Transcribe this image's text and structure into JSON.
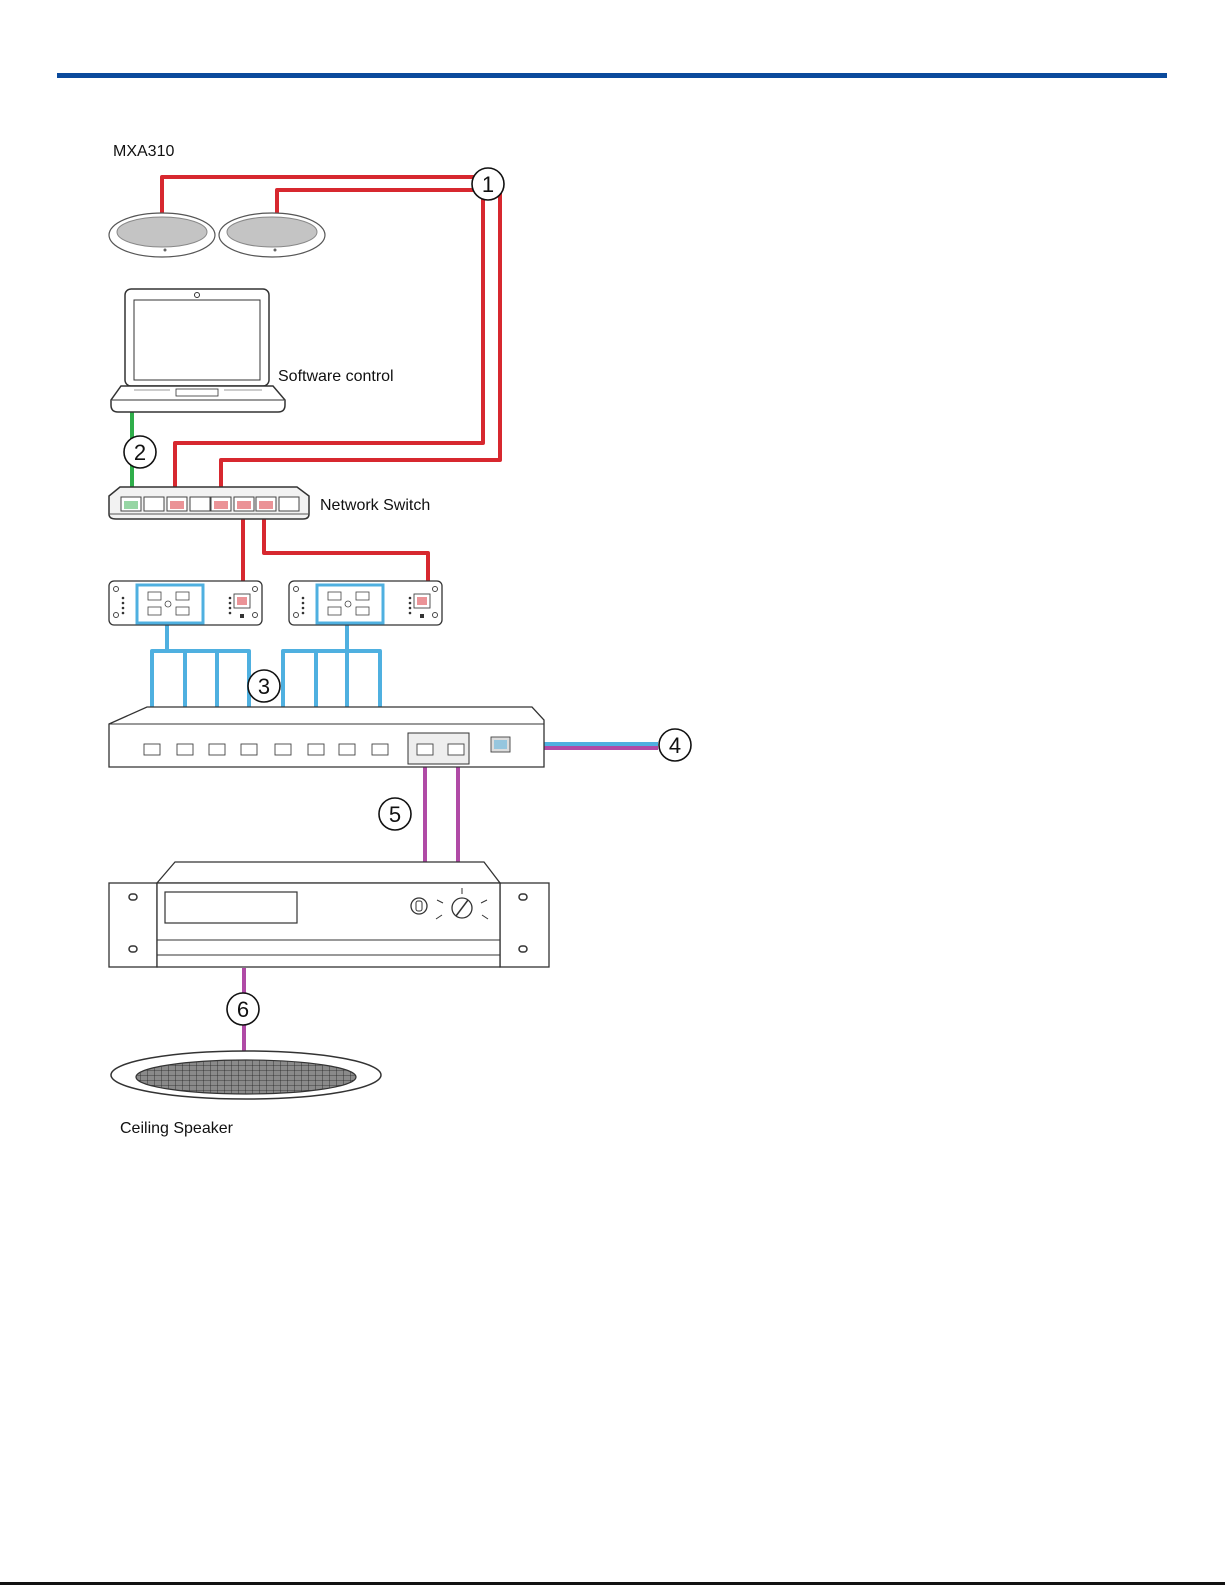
{
  "labels": {
    "mics": "MXA310",
    "laptop": "Software control",
    "switch": "Network Switch",
    "speaker": "Ceiling Speaker"
  },
  "callouts": [
    "1",
    "2",
    "3",
    "4",
    "5",
    "6"
  ],
  "colors": {
    "header_rule": "#0b4a9c",
    "network_cable": "#d7282f",
    "control_cable": "#2fae4a",
    "analog_cable": "#4fb0e0",
    "output_cable": "#b04aa6",
    "device_stroke": "#333333"
  }
}
